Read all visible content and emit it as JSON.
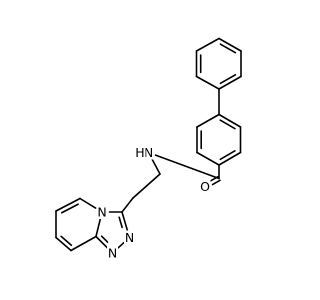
{
  "molecule": {
    "atoms": [
      {
        "id": 0,
        "element": "C",
        "label": ""
      },
      {
        "id": 1,
        "element": "C",
        "label": ""
      },
      {
        "id": 2,
        "element": "C",
        "label": ""
      },
      {
        "id": 3,
        "element": "C",
        "label": ""
      },
      {
        "id": 4,
        "element": "C",
        "label": ""
      },
      {
        "id": 5,
        "element": "C",
        "label": ""
      },
      {
        "id": 6,
        "element": "C",
        "label": ""
      },
      {
        "id": 7,
        "element": "C",
        "label": ""
      },
      {
        "id": 8,
        "element": "C",
        "label": ""
      },
      {
        "id": 9,
        "element": "C",
        "label": ""
      },
      {
        "id": 10,
        "element": "C",
        "label": ""
      },
      {
        "id": 11,
        "element": "C",
        "label": ""
      },
      {
        "id": 12,
        "element": "C",
        "label": ""
      },
      {
        "id": 13,
        "element": "O",
        "label": "O"
      },
      {
        "id": 14,
        "element": "N",
        "label": "N"
      },
      {
        "id": 15,
        "element": "H",
        "label": "H"
      },
      {
        "id": 16,
        "element": "C",
        "label": ""
      },
      {
        "id": 17,
        "element": "C",
        "label": ""
      },
      {
        "id": 18,
        "element": "C",
        "label": ""
      },
      {
        "id": 19,
        "element": "N",
        "label": "N"
      },
      {
        "id": 20,
        "element": "N",
        "label": "N"
      },
      {
        "id": 21,
        "element": "C",
        "label": ""
      },
      {
        "id": 22,
        "element": "N",
        "label": "N"
      },
      {
        "id": 23,
        "element": "C",
        "label": ""
      },
      {
        "id": 24,
        "element": "C",
        "label": ""
      },
      {
        "id": 25,
        "element": "C",
        "label": ""
      },
      {
        "id": 26,
        "element": "C",
        "label": ""
      }
    ],
    "bonds": [
      {
        "a": 0,
        "b": 1,
        "order": 2
      },
      {
        "a": 1,
        "b": 2,
        "order": 1
      },
      {
        "a": 2,
        "b": 3,
        "order": 2
      },
      {
        "a": 3,
        "b": 4,
        "order": 1
      },
      {
        "a": 4,
        "b": 5,
        "order": 2
      },
      {
        "a": 5,
        "b": 0,
        "order": 1
      },
      {
        "a": 3,
        "b": 6,
        "order": 1
      },
      {
        "a": 6,
        "b": 7,
        "order": 2
      },
      {
        "a": 7,
        "b": 8,
        "order": 1
      },
      {
        "a": 8,
        "b": 9,
        "order": 2
      },
      {
        "a": 9,
        "b": 10,
        "order": 1
      },
      {
        "a": 10,
        "b": 11,
        "order": 2
      },
      {
        "a": 11,
        "b": 6,
        "order": 1
      },
      {
        "a": 9,
        "b": 12,
        "order": 1
      },
      {
        "a": 12,
        "b": 13,
        "order": 2
      },
      {
        "a": 12,
        "b": 14,
        "order": 1
      },
      {
        "a": 14,
        "b": 16,
        "order": 1
      },
      {
        "a": 16,
        "b": 17,
        "order": 1
      },
      {
        "a": 17,
        "b": 18,
        "order": 1
      },
      {
        "a": 18,
        "b": 19,
        "order": 2
      },
      {
        "a": 19,
        "b": 20,
        "order": 1
      },
      {
        "a": 20,
        "b": 21,
        "order": 2
      },
      {
        "a": 21,
        "b": 22,
        "order": 1
      },
      {
        "a": 22,
        "b": 18,
        "order": 1
      },
      {
        "a": 21,
        "b": 23,
        "order": 1
      },
      {
        "a": 23,
        "b": 24,
        "order": 2
      },
      {
        "a": 24,
        "b": 25,
        "order": 1
      },
      {
        "a": 25,
        "b": 26,
        "order": 2
      },
      {
        "a": 26,
        "b": 22,
        "order": 1
      }
    ]
  }
}
